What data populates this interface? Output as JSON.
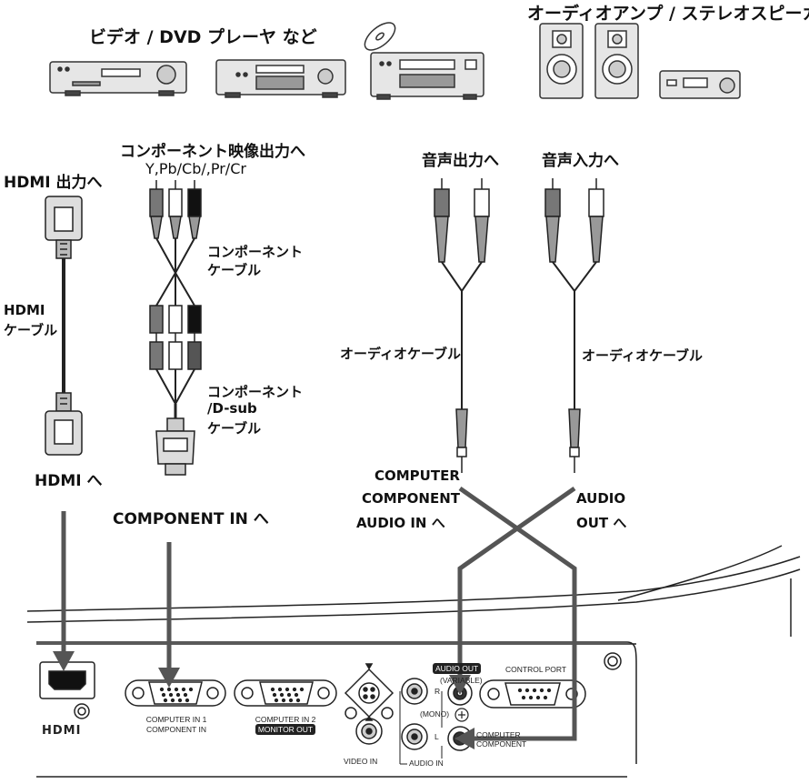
{
  "labels": {
    "video_devices": "ビデオ / DVD プレーヤ など",
    "audio_devices": "オーディオアンプ / ステレオスピーカ",
    "component_out": "コンポーネント映像出力へ",
    "component_signals": "Y,Pb/Cb/,Pr/Cr",
    "hdmi_out": "HDMI 出力へ",
    "component_cable": [
      "コンポーネント",
      "ケーブル"
    ],
    "hdmi_cable": [
      "HDMI",
      "ケーブル"
    ],
    "component_dsub_cable": [
      "コンポーネント",
      "/D-sub",
      "ケーブル"
    ],
    "hdmi_in": "HDMI へ",
    "component_in": "COMPONENT IN へ",
    "audio_out": "音声出力へ",
    "audio_in": "音声入力へ",
    "audio_cable_left": "オーディオケーブル",
    "audio_cable_right": "オーディオケーブル",
    "computer_component_audio_in": [
      "COMPUTER",
      "COMPONENT",
      "AUDIO IN へ"
    ],
    "audio_out_target": [
      "AUDIO",
      "OUT へ"
    ]
  },
  "panel": {
    "hdmi_logo": "HDMI",
    "computer_in1": [
      "COMPUTER IN 1",
      "COMPONENT IN"
    ],
    "computer_in2": "COMPUTER IN 2",
    "monitor_out": "MONITOR OUT",
    "audio_out_badge": "AUDIO OUT",
    "variable": "(VARIABLE)",
    "control_port": "CONTROL PORT",
    "mono": "(MONO)",
    "r": "R",
    "l": "L",
    "computer_component": [
      "COMPUTER",
      "COMPONENT"
    ],
    "video_in": "VIDEO IN",
    "audio_in": "AUDIO IN"
  }
}
